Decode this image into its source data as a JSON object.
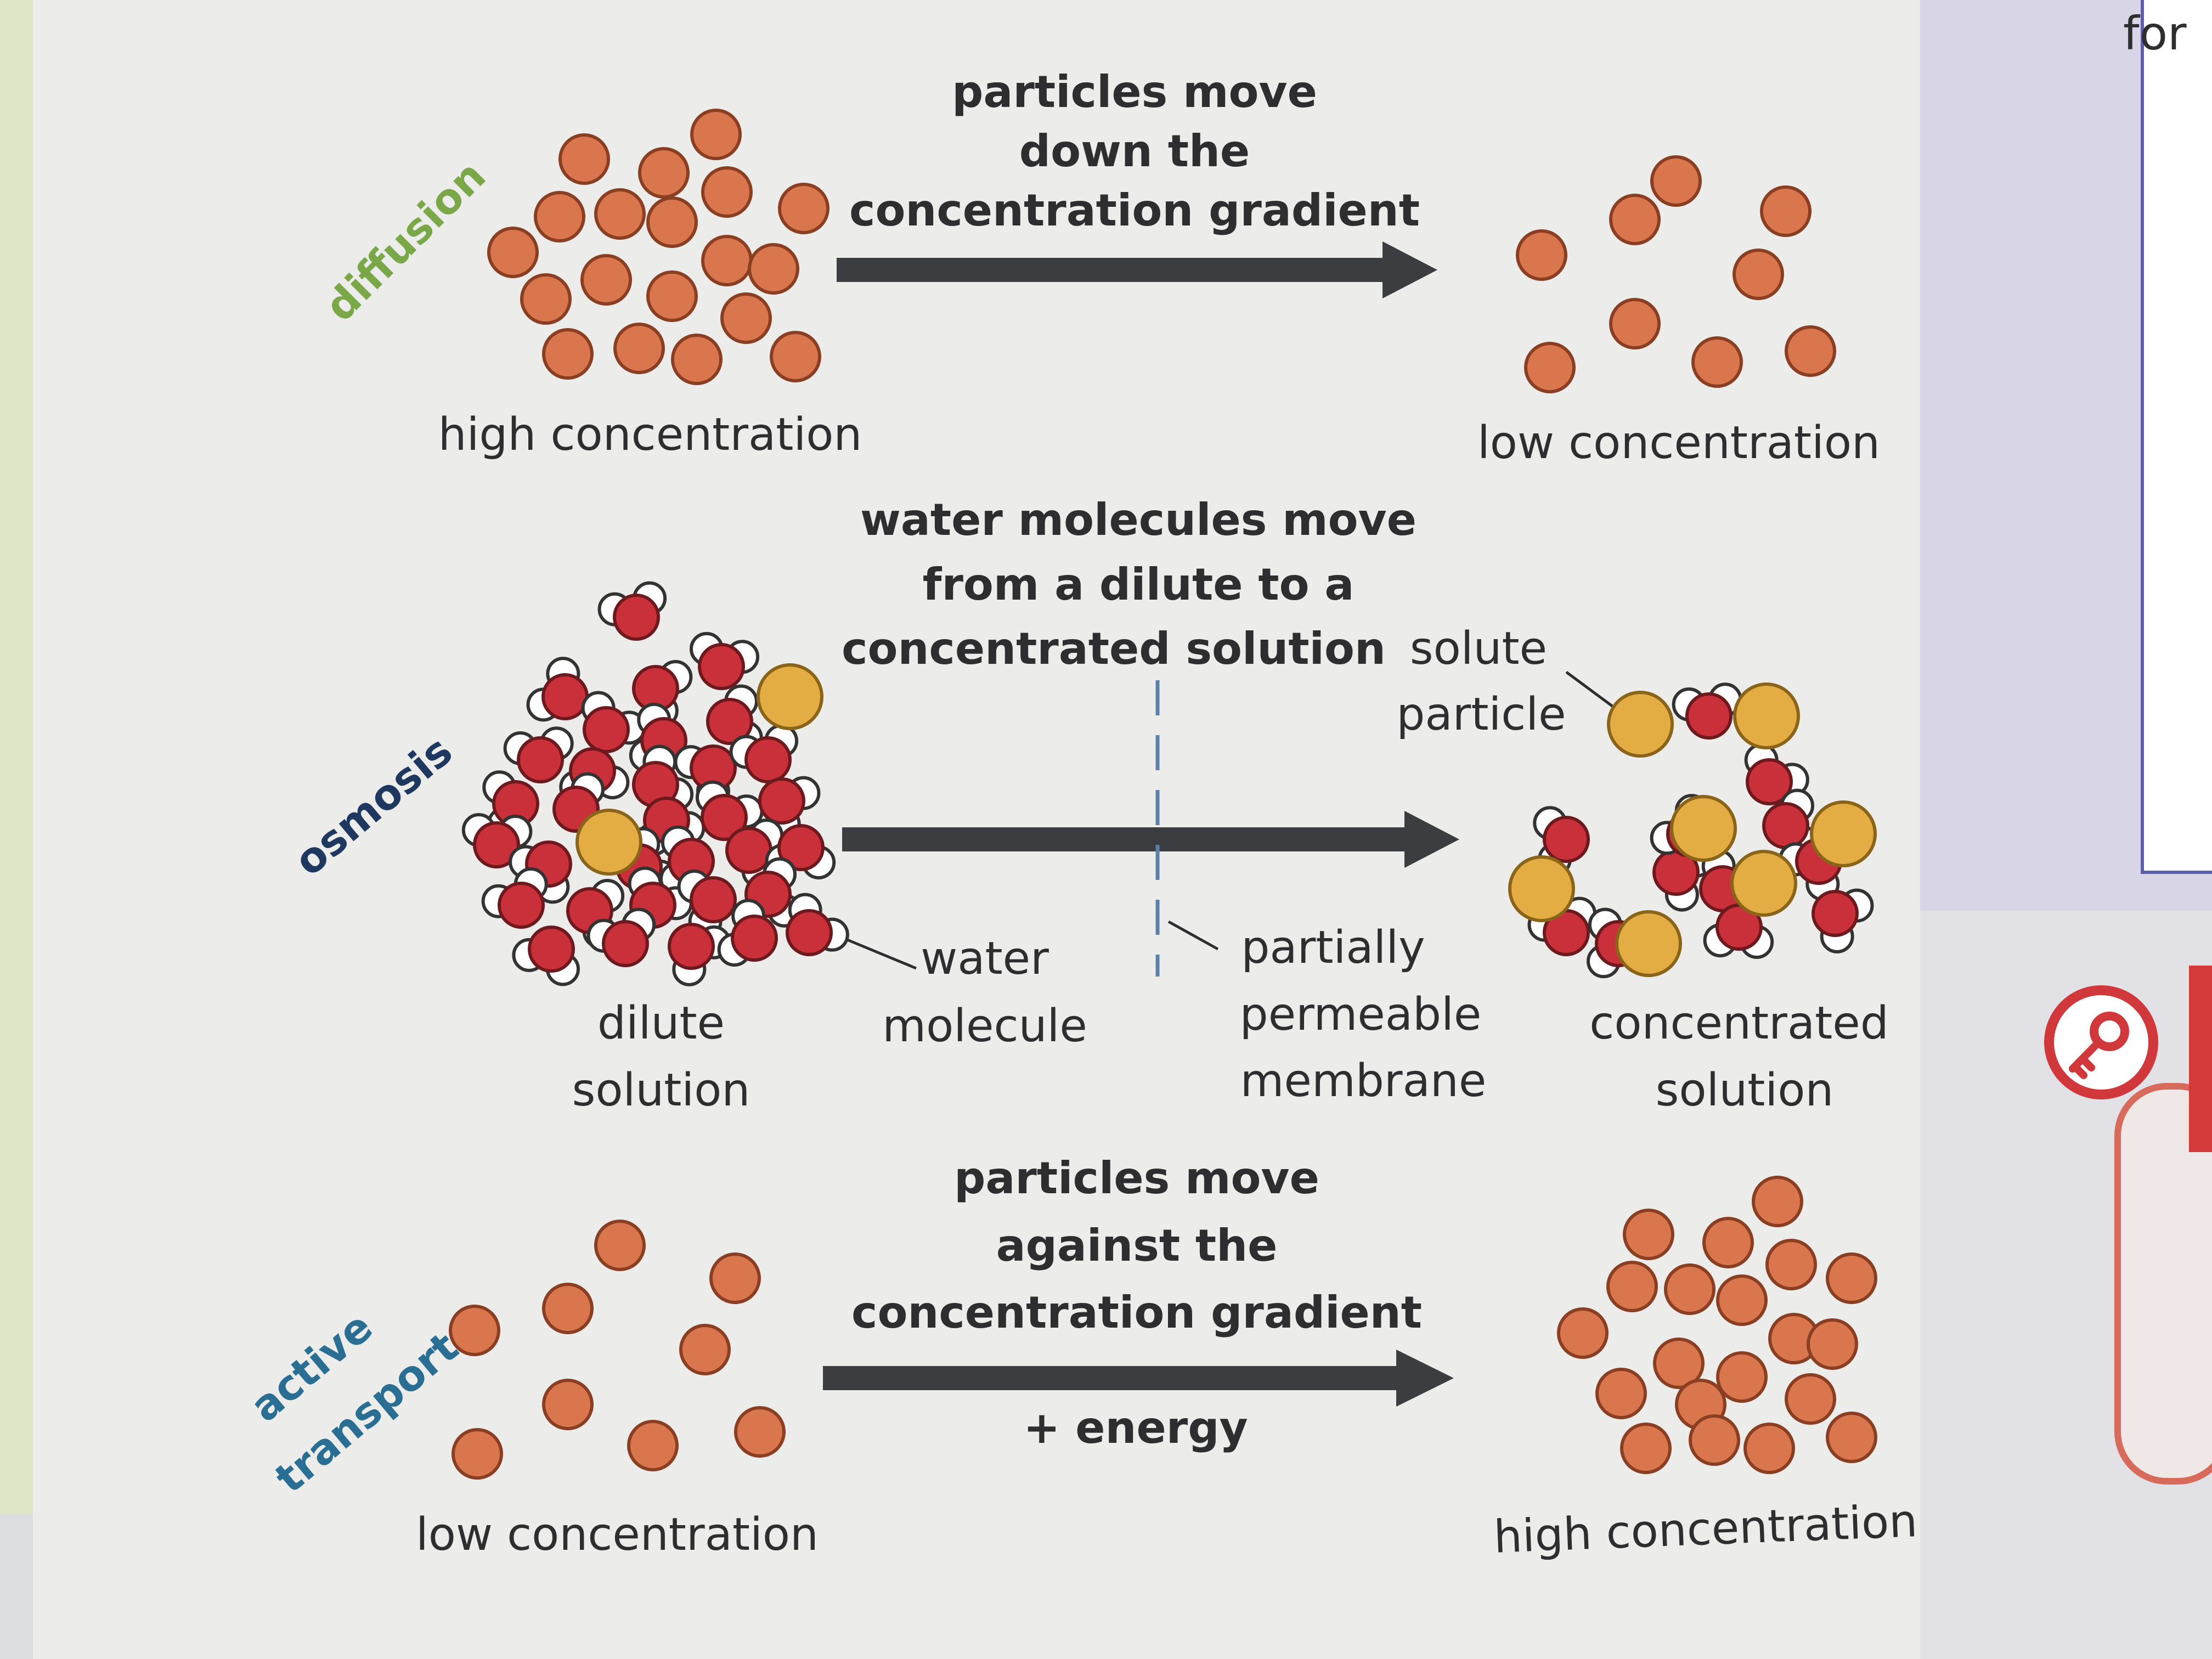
{
  "colors": {
    "particle": "#d9764e",
    "particle_edge": "#8a3e22",
    "solute": "#e3ad44",
    "oxygen": "#c9303a",
    "hydrogen": "#ffffff",
    "arrow": "#3b3d40",
    "membrane": "#5d7fa8",
    "diffusion_label": "#7aa849",
    "osmosis_label": "#1f3860",
    "active_label": "#2a6f93"
  },
  "diffusion": {
    "side_label": "diffusion",
    "arrow_text": [
      "particles move",
      "down the",
      "concentration gradient"
    ],
    "left_label": "high concentration",
    "right_label": "low concentration"
  },
  "osmosis": {
    "side_label": "osmosis",
    "arrow_text": [
      "water molecules move",
      "from a dilute to a",
      "concentrated solution"
    ],
    "solute_label": [
      "solute",
      "particle"
    ],
    "water_label": [
      "water",
      "molecule"
    ],
    "membrane_label": [
      "partially",
      "permeable",
      "membrane"
    ],
    "left_label": [
      "dilute",
      "solution"
    ],
    "right_label": [
      "concentrated",
      "solution"
    ]
  },
  "active_transport": {
    "side_label": [
      "active",
      "transport"
    ],
    "arrow_text": [
      "particles move",
      "against the",
      "concentration gradient"
    ],
    "energy_text": "+ energy",
    "left_label": "low concentration",
    "right_label": "high concentration"
  },
  "page_fragment": "for"
}
